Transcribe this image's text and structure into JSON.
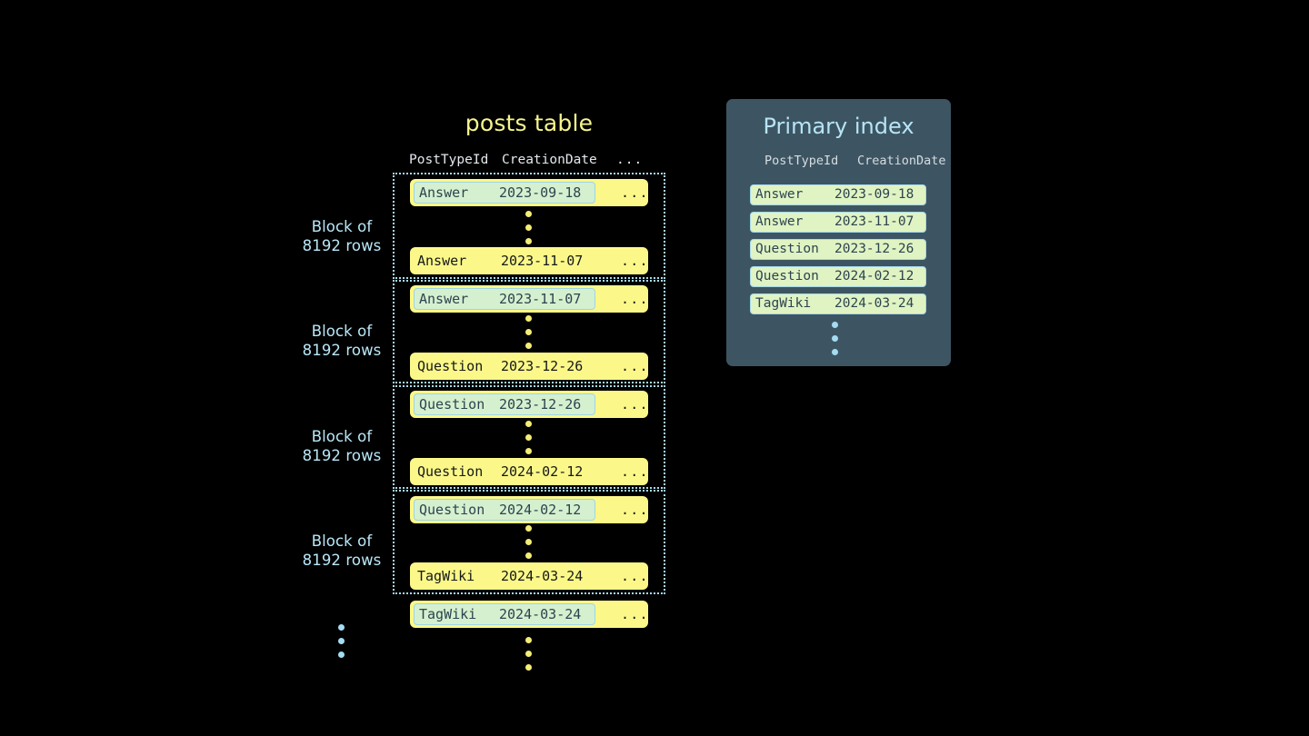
{
  "colors": {
    "background": "#000000",
    "row_yellow": "#fbf889",
    "highlight_mint": "#d5f0cf",
    "accent_blue": "#a9dcee",
    "panel_slate": "#3d5562",
    "title_yellow": "#f6f48e",
    "index_entry": "#e0f3c3",
    "text_dark": "#16181a",
    "text_slate": "#2c4450"
  },
  "posts_table": {
    "title": "posts table",
    "columns": [
      "PostTypeId",
      "CreationDate",
      "..."
    ],
    "block_label": "Block of\n8192 rows",
    "blocks": [
      {
        "label": "Block of\n8192 rows",
        "first_row": {
          "post_type_id": "Answer",
          "creation_date": "2023-09-18",
          "more": "...",
          "highlighted": true
        },
        "last_row": {
          "post_type_id": "Answer",
          "creation_date": "2023-11-07",
          "more": "...",
          "highlighted": false
        }
      },
      {
        "label": "Block of\n8192 rows",
        "first_row": {
          "post_type_id": "Answer",
          "creation_date": "2023-11-07",
          "more": "...",
          "highlighted": true
        },
        "last_row": {
          "post_type_id": "Question",
          "creation_date": "2023-12-26",
          "more": "...",
          "highlighted": false
        }
      },
      {
        "label": "Block of\n8192 rows",
        "first_row": {
          "post_type_id": "Question",
          "creation_date": "2023-12-26",
          "more": "...",
          "highlighted": true
        },
        "last_row": {
          "post_type_id": "Question",
          "creation_date": "2024-02-12",
          "more": "...",
          "highlighted": false
        }
      },
      {
        "label": "Block of\n8192 rows",
        "first_row": {
          "post_type_id": "Question",
          "creation_date": "2024-02-12",
          "more": "...",
          "highlighted": true
        },
        "last_row": {
          "post_type_id": "TagWiki",
          "creation_date": "2024-03-24",
          "more": "...",
          "highlighted": false
        }
      }
    ],
    "trailing_row": {
      "post_type_id": "TagWiki",
      "creation_date": "2024-03-24",
      "more": "...",
      "highlighted": true
    },
    "ellipsis_icon": "vertical-ellipsis"
  },
  "primary_index": {
    "title": "Primary index",
    "columns": [
      "PostTypeId",
      "CreationDate"
    ],
    "entries": [
      {
        "post_type_id": "Answer",
        "creation_date": "2023-09-18"
      },
      {
        "post_type_id": "Answer",
        "creation_date": "2023-11-07"
      },
      {
        "post_type_id": "Question",
        "creation_date": "2023-12-26"
      },
      {
        "post_type_id": "Question",
        "creation_date": "2024-02-12"
      },
      {
        "post_type_id": "TagWiki",
        "creation_date": "2024-03-24"
      }
    ],
    "ellipsis_icon": "vertical-ellipsis"
  }
}
